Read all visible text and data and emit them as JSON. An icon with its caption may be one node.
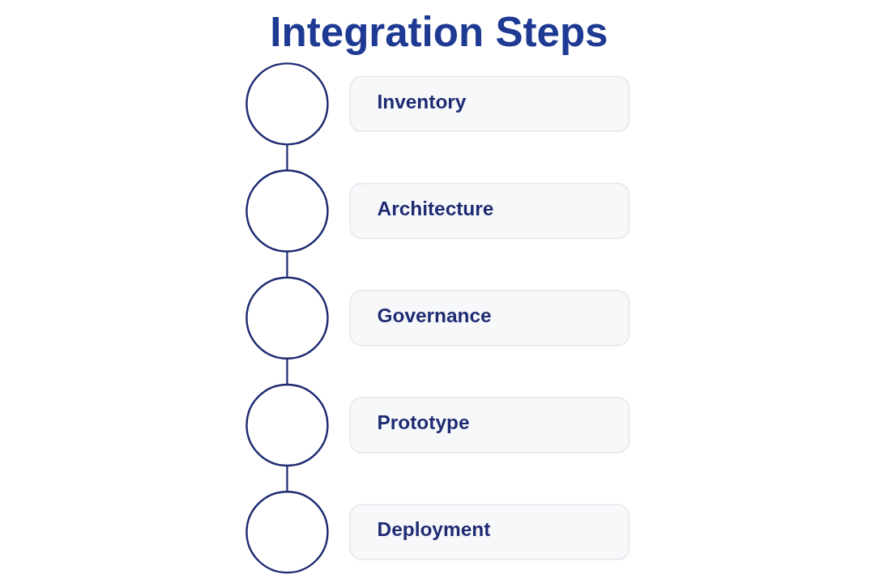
{
  "diagram": {
    "title": "Integration Steps",
    "nodes": [
      {
        "text": [],
        "shape": "circle"
      },
      {
        "text": [
          "Inventory"
        ]
      },
      {
        "text": [],
        "shape": "circle"
      },
      {
        "text": [
          "Architecture"
        ]
      },
      {
        "text": [],
        "shape": "circle"
      },
      {
        "text": [
          "Governance"
        ]
      },
      {
        "text": [],
        "shape": "circle"
      },
      {
        "text": [
          "Prototype"
        ]
      },
      {
        "text": [],
        "shape": "circle"
      },
      {
        "text": [
          "Deployment"
        ]
      }
    ],
    "edges": [
      {
        "from": 0,
        "to": 2,
        "arrow": "none"
      },
      {
        "from": 2,
        "to": 4,
        "arrow": "none"
      },
      {
        "from": 4,
        "to": 6,
        "arrow": "none"
      },
      {
        "from": 6,
        "to": 8,
        "arrow": "none"
      }
    ]
  }
}
